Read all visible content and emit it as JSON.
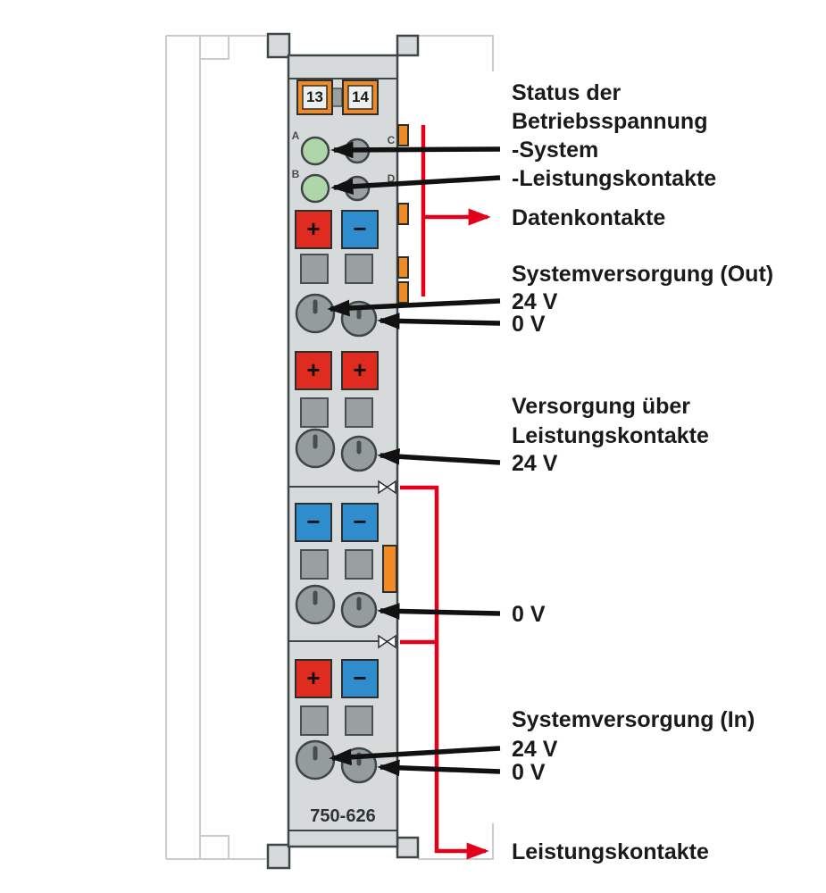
{
  "diagram": {
    "module": {
      "model": "750-626",
      "terminals": [
        "13",
        "14"
      ],
      "led_row_labels": [
        [
          "A",
          "C"
        ],
        [
          "B",
          "D"
        ]
      ],
      "terminal_rows": [
        {
          "left": {
            "symbol": "+",
            "color": "#e02b20"
          },
          "right": {
            "symbol": "−",
            "color": "#2f8ccd"
          }
        },
        {
          "left": {
            "symbol": "+",
            "color": "#e02b20"
          },
          "right": {
            "symbol": "+",
            "color": "#e02b20"
          }
        },
        {
          "left": {
            "symbol": "−",
            "color": "#2f8ccd"
          },
          "right": {
            "symbol": "−",
            "color": "#2f8ccd"
          }
        },
        {
          "left": {
            "symbol": "+",
            "color": "#e02b20"
          },
          "right": {
            "symbol": "−",
            "color": "#2f8ccd"
          }
        }
      ]
    },
    "labels": {
      "status_1": "Status der",
      "status_2": "Betriebsspannung",
      "status_3": "-System",
      "status_4": "-Leistungskontakte",
      "datenkontakte": "Datenkontakte",
      "system_out_title": "Systemversorgung (Out)",
      "system_out_24v": "24 V",
      "system_out_0v": "0 V",
      "versorgung_1": "Versorgung über",
      "versorgung_2": "Leistungskontakte",
      "versorgung_24v": "24 V",
      "middle_0v": "0 V",
      "system_in_title": "Systemversorgung (In)",
      "system_in_24v": "24 V",
      "system_in_0v": "0 V",
      "leistungskontakte": "Leistungskontakte"
    },
    "colors": {
      "module_body": "#d6dadb",
      "part_gray": "#9aa0a2",
      "clamp_gray": "#949c9e",
      "led_green": "#aed6a8",
      "orange": "#f08a24",
      "terminal_red": "#e02b20",
      "terminal_blue": "#2f8ccd",
      "signal_red": "#e2001a",
      "arrow_black": "#111111",
      "outline_dark": "#3f4648",
      "faint_outline": "#cbcbcb",
      "text": "#1a1a1a"
    }
  }
}
